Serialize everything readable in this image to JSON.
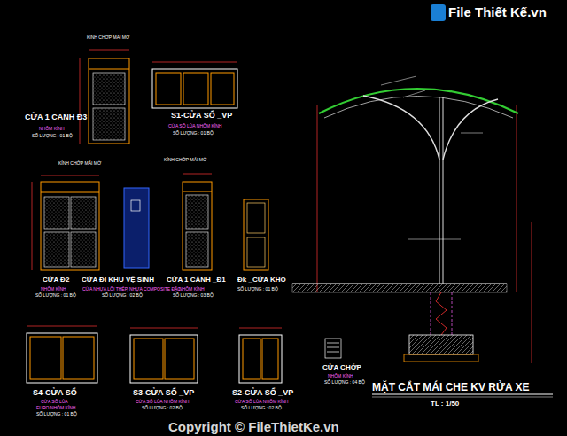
{
  "diagram": {
    "title": "MẶT CẮT MÁI CHE KV RỬA XE",
    "labels": [
      "KÍNH CHỚP MÁI MỞ",
      "CỬA 1 CÁNH Đ3",
      "NHÔM KÍNH",
      "SỐ LƯỢNG : 01 BỘ",
      "S1-CỬA SỔ _VP",
      "CỬA SỔ LÙA NHÔM KÍNH",
      "SỐ LƯỢNG : 01 BỘ",
      "KÍNH CHỚP MÁI MỞ",
      "KÍNH CHỚP MÁI MỞ",
      "CỬA Đ2",
      "NHÔM KÍNH",
      "SỐ LƯỢNG : 01 BỘ",
      "CỬA ĐI KHU VỆ SINH",
      "CỬA NHỰA LÕI THÉP, NHỰA COMPOSITE ĐẶC",
      "SỐ LƯỢNG : 02 BỘ",
      "CỬA 1 CÁNH _Đ1",
      "NHÔM KÍNH",
      "SỐ LƯỢNG : 03 BỘ",
      "Đk _CỬA KHO",
      "SỐ LƯỢNG : 01 BỘ",
      "S4-CỬA SỔ",
      "CỬA SỔ LÙA",
      "EURO NHÔM KÍNH",
      "SỐ LƯỢNG : 01 BỘ",
      "S3-CỬA SỔ _VP",
      "CỬA SỔ LÙA NHÔM KÍNH",
      "SỐ LƯỢNG : 02 BỘ",
      "S2-CỬA SỔ _VP",
      "CỬA SỔ LÙA NHÔM KÍNH",
      "SỐ LƯỢNG : 02 BỘ",
      "CỬA CHỚP",
      "NHÔM KÍNH",
      "SỐ LƯỢNG : 04 BỘ",
      "TL : 1/50",
      "Copyright © FileThietKe.vn",
      "File Thiết Kế.vn"
    ]
  }
}
